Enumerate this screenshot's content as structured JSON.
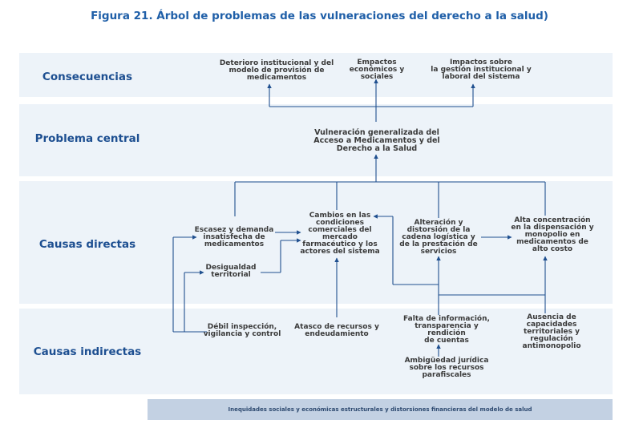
{
  "figure": {
    "title": "Figura 21. Árbol de problemas de las vulneraciones del derecho a la salud)"
  },
  "levels": {
    "consecuencias": "Consecuencias",
    "problema_central": "Problema central",
    "causas_directas": "Causas directas",
    "causas_indirectas": "Causas indirectas"
  },
  "consecuencias": {
    "deterioro": "Deterioro institucional y del\nmodelo de provisión de\nmedicamentos",
    "economicos": "Empactos\neconómicos y\nsociales",
    "gestion": "Impactos sobre\nla gestión institucional y\nlaboral del sistema"
  },
  "problema": {
    "central": "Vulneración generalizada del\nAcceso a Medicamentos y del\nDerecho a la Salud"
  },
  "causas_directas": {
    "escasez": "Escasez y demanda\ninsatisfecha de\nmedicamentos",
    "desigualdad": "Desigualdad\nterritorial",
    "cambios": "Cambios en las\ncondiciones\ncomerciales del\nmercado\nfarmacéutico y los\nactores del sistema",
    "alteracion": "Alteración y\ndistorsión de la\ncadena logística y\nde la prestación de\nservicios",
    "concentracion": "Alta concentración\nen la dispensación y\nmonopolio en\nmedicamentos de\nalto costo"
  },
  "causas_indirectas": {
    "debil": "Débil inspección,\nvigilancia y control",
    "atasco": "Atasco de recursos y\nendeudamiento",
    "falta": "Falta de información,\ntransparencia y\nrendición\nde cuentas",
    "ambiguedad": "Ambigüedad jurídica\nsobre los recursos\nparafiscales",
    "ausencia": "Ausencia de\ncapacidades\nterritoriales y\nregulación\nantimonopolio"
  },
  "footer": {
    "text": "Inequidades sociales y económicas estructurales y distorsiones financieras del modelo de salud"
  },
  "colors": {
    "title": "#1f5fa8",
    "band": "#edf3f9",
    "arrow": "#1f4f8f",
    "footer_bg": "#c3d1e3"
  }
}
